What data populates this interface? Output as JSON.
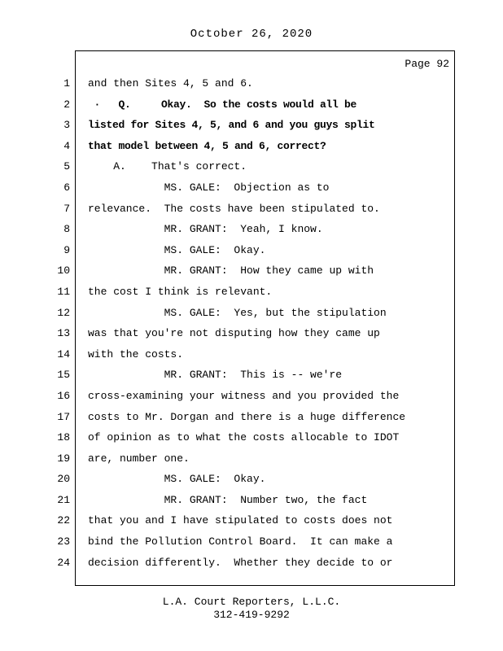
{
  "header": {
    "date": "October 26, 2020"
  },
  "page_label": "Page 92",
  "lines": [
    {
      "num": "1",
      "bold": false,
      "text": "and then Sites 4, 5 and 6."
    },
    {
      "num": "2",
      "bold": true,
      "text": " ·   Q.     Okay.  So the costs would all be"
    },
    {
      "num": "3",
      "bold": true,
      "text": "listed for Sites 4, 5, and 6 and you guys split"
    },
    {
      "num": "4",
      "bold": true,
      "text": "that model between 4, 5 and 6, correct?"
    },
    {
      "num": "5",
      "bold": false,
      "text": "    A.    That's correct."
    },
    {
      "num": "6",
      "bold": false,
      "text": "            MS. GALE:  Objection as to"
    },
    {
      "num": "7",
      "bold": false,
      "text": "relevance.  The costs have been stipulated to."
    },
    {
      "num": "8",
      "bold": false,
      "text": "            MR. GRANT:  Yeah, I know."
    },
    {
      "num": "9",
      "bold": false,
      "text": "            MS. GALE:  Okay."
    },
    {
      "num": "10",
      "bold": false,
      "text": "            MR. GRANT:  How they came up with"
    },
    {
      "num": "11",
      "bold": false,
      "text": "the cost I think is relevant."
    },
    {
      "num": "12",
      "bold": false,
      "text": "            MS. GALE:  Yes, but the stipulation"
    },
    {
      "num": "13",
      "bold": false,
      "text": "was that you're not disputing how they came up"
    },
    {
      "num": "14",
      "bold": false,
      "text": "with the costs."
    },
    {
      "num": "15",
      "bold": false,
      "text": "            MR. GRANT:  This is -- we're"
    },
    {
      "num": "16",
      "bold": false,
      "text": "cross-examining your witness and you provided the"
    },
    {
      "num": "17",
      "bold": false,
      "text": "costs to Mr. Dorgan and there is a huge difference"
    },
    {
      "num": "18",
      "bold": false,
      "text": "of opinion as to what the costs allocable to IDOT"
    },
    {
      "num": "19",
      "bold": false,
      "text": "are, number one."
    },
    {
      "num": "20",
      "bold": false,
      "text": "            MS. GALE:  Okay."
    },
    {
      "num": "21",
      "bold": false,
      "text": "            MR. GRANT:  Number two, the fact"
    },
    {
      "num": "22",
      "bold": false,
      "text": "that you and I have stipulated to costs does not"
    },
    {
      "num": "23",
      "bold": false,
      "text": "bind the Pollution Control Board.  It can make a"
    },
    {
      "num": "24",
      "bold": false,
      "text": "decision differently.  Whether they decide to or"
    }
  ],
  "footer": {
    "line1": "L.A. Court Reporters, L.L.C.",
    "line2": "312-419-9292"
  }
}
